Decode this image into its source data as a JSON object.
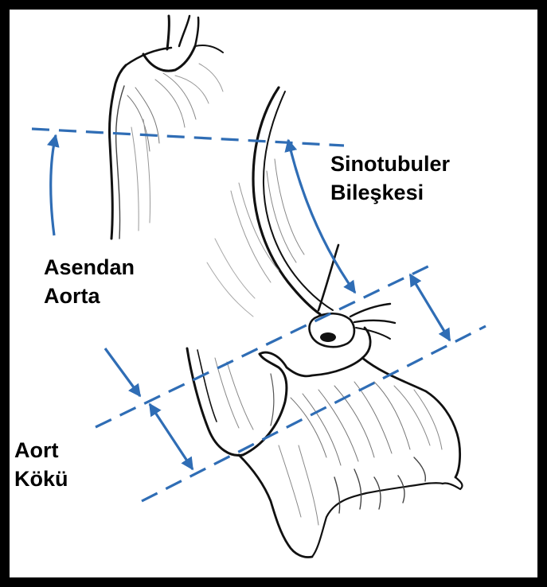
{
  "labels": {
    "sinotubular": [
      "Sinotubuler",
      "Bileşkesi"
    ],
    "ascending": [
      "Asendan",
      "Aorta"
    ],
    "root": [
      "Aort",
      "Kökü"
    ]
  },
  "colors": {
    "frame": "#000000",
    "annotation": "#2f6db5",
    "ink": "#111111",
    "background": "#ffffff"
  }
}
